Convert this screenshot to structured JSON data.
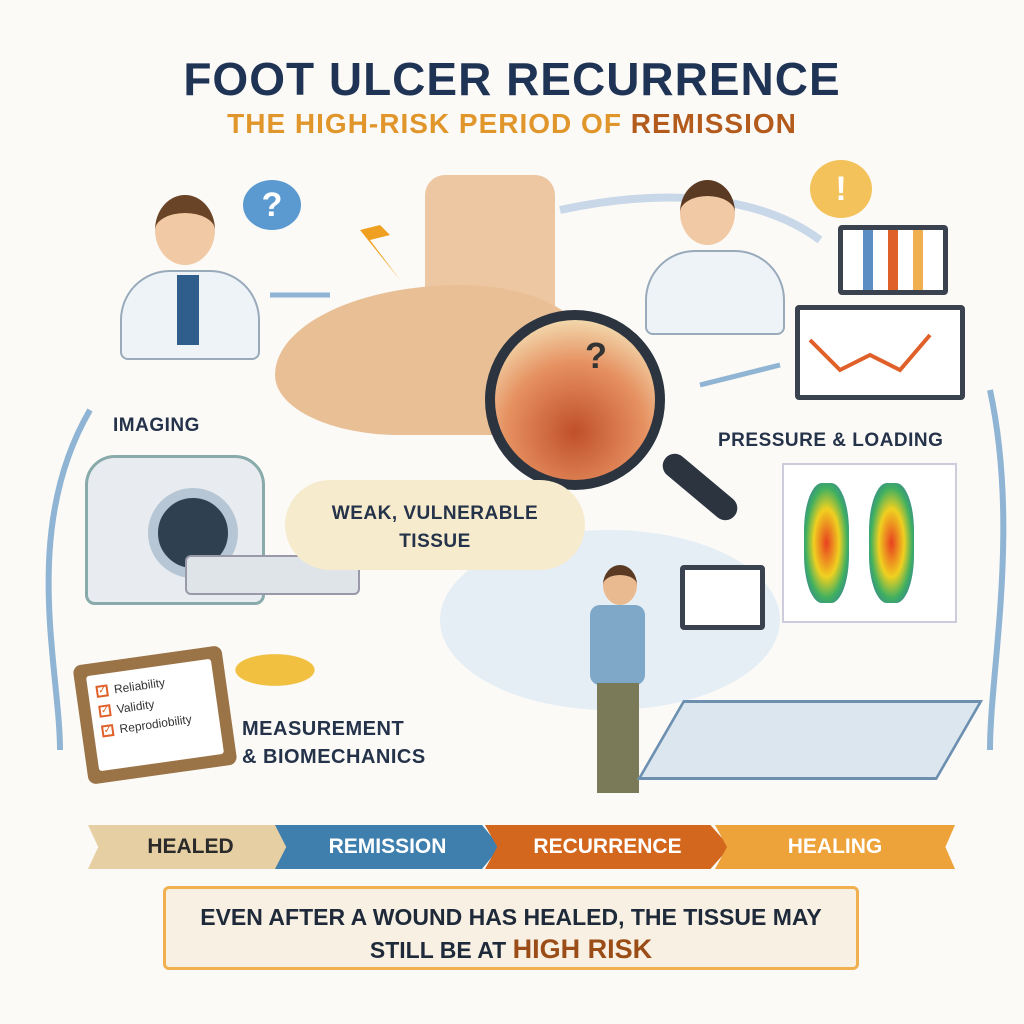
{
  "title": "FOOT ULCER RECURRENCE",
  "subtitle_prefix": "THE HIGH-RISK PERIOD OF",
  "subtitle_emphasis": "REMISSION",
  "labels": {
    "imaging": "IMAGING",
    "pressure": "PRESSURE & LOADING",
    "tissue_line1": "WEAK, VULNERABLE",
    "tissue_line2": "TISSUE",
    "measurement_line1": "MEASUREMENT",
    "measurement_line2": "& BIOMECHANICS"
  },
  "bubbles": {
    "doctor": "?",
    "nurse": "!",
    "lens": "?"
  },
  "checklist": [
    "Reliability",
    "Validity",
    "Reprodiobility"
  ],
  "stages": [
    {
      "label": "HEALED",
      "color": "#e6cfa2",
      "text": "#2a2a2a"
    },
    {
      "label": "REMISSION",
      "color": "#3f7fae",
      "text": "#ffffff"
    },
    {
      "label": "RECURRENCE",
      "color": "#d4671e",
      "text": "#ffffff"
    },
    {
      "label": "HEALING",
      "color": "#eea23a",
      "text": "#ffffff"
    }
  ],
  "note": {
    "line1": "EVEN AFTER A WOUND HAS HEALED, THE TISSUE MAY",
    "line2_prefix": "STILL BE",
    "line2_at": "AT",
    "line2_emphasis": "HIGH RISK"
  }
}
